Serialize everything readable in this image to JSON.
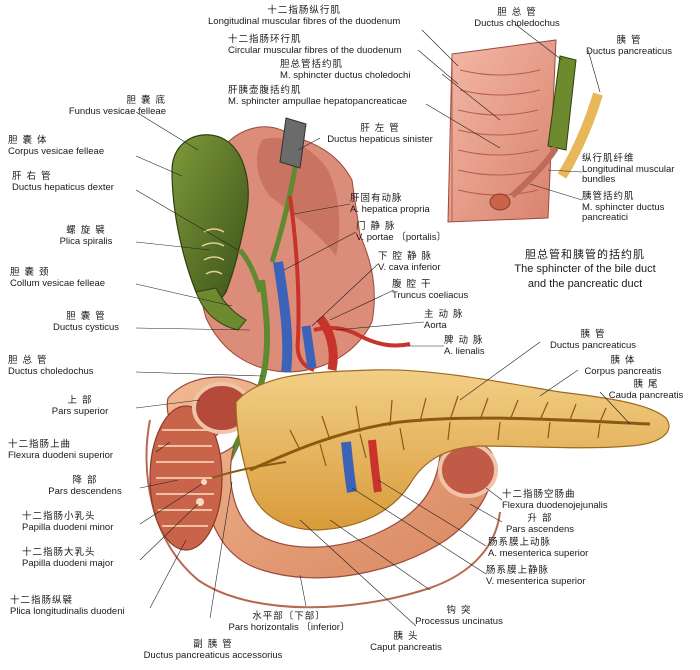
{
  "labels": {
    "longitudinal": {
      "zh": "十二指肠纵行肌",
      "la": "Longitudinal muscular fibres of the duodenum"
    },
    "circular": {
      "zh": "十二指肠环行肌",
      "la": "Circular muscular fibres of the duodenum"
    },
    "sphincter_choledochi": {
      "zh": "胆总管括约肌",
      "la": "M. sphincter ductus choledochi"
    },
    "sphincter_ampullae": {
      "zh": "肝胰壶腹括约肌",
      "la": "M. sphincter ampullae hepatopancreaticae"
    },
    "fundus": {
      "zh": "胆 囊 底",
      "la": "Fundus vesicae felleae"
    },
    "corpus_vesicae": {
      "zh": "胆 囊 体",
      "la": "Corpus vesicae felleae"
    },
    "hepaticus_dexter": {
      "zh": "肝 右 管",
      "la": "Ductus hepaticus dexter"
    },
    "plica_spiralis": {
      "zh": "螺 旋 襞",
      "la": "Plica spiralis"
    },
    "collum": {
      "zh": "胆 囊 颈",
      "la": "Collum vesicae felleae"
    },
    "cysticus": {
      "zh": "胆 囊 管",
      "la": "Ductus cysticus"
    },
    "choledochus": {
      "zh": "胆 总 管",
      "la": "Ductus choledochus"
    },
    "pars_superior": {
      "zh": "上  部",
      "la": "Pars superior"
    },
    "flexura_superior": {
      "zh": "十二指肠上曲",
      "la": "Flexura duodeni superior"
    },
    "pars_descendens": {
      "zh": "降  部",
      "la": "Pars descendens"
    },
    "papilla_minor": {
      "zh": "十二指肠小乳头",
      "la": "Papilla duodeni minor"
    },
    "papilla_major": {
      "zh": "十二指肠大乳头",
      "la": "Papilla duodeni major"
    },
    "plica_longitudinalis": {
      "zh": "十二指肠纵襞",
      "la": "Plica longitudinalis duodeni"
    },
    "accessorius": {
      "zh": "副 胰 管",
      "la": "Ductus pancreaticus accessorius"
    },
    "pars_horizontalis": {
      "zh": "水平部〔下部〕",
      "la": "Pars horizontalis 〔inferior〕"
    },
    "caput": {
      "zh": "胰  头",
      "la": "Caput pancreatis"
    },
    "uncinatus": {
      "zh": "钩  突",
      "la": "Processus uncinatus"
    },
    "v_mesenterica": {
      "zh": "肠系膜上静脉",
      "la": "V. mesenterica superior"
    },
    "a_mesenterica": {
      "zh": "肠系膜上动脉",
      "la": "A. mesenterica superior"
    },
    "pars_ascendens": {
      "zh": "升  部",
      "la": "Pars ascendens"
    },
    "flexura_dj": {
      "zh": "十二指肠空肠曲",
      "la": "Flexura duodenojejunalis"
    },
    "cauda": {
      "zh": "胰 尾",
      "la": "Cauda pancreatis"
    },
    "corpus_pancreatis": {
      "zh": "胰 体",
      "la": "Corpus pancreatis"
    },
    "ductus_pancreaticus": {
      "zh": "胰  管",
      "la": "Ductus pancreaticus"
    },
    "lienalis": {
      "zh": "脾 动 脉",
      "la": "A. lienalis"
    },
    "aorta": {
      "zh": "主 动 脉",
      "la": "Aorta"
    },
    "truncus": {
      "zh": "腹 腔 干",
      "la": "Truncus coeliacus"
    },
    "cava": {
      "zh": "下 腔 静 脉",
      "la": "V. cava inferior"
    },
    "portae": {
      "zh": "门 静 脉",
      "la": "V. portae 〔portalis〕"
    },
    "hepatica": {
      "zh": "肝固有动脉",
      "la": "A. hepatica propria"
    },
    "hepaticus_sinister": {
      "zh": "肝 左 管",
      "la": "Ductus hepaticus sinister"
    },
    "inset_choledochus": {
      "zh": "胆 总 管",
      "la": "Ductus choledochus"
    },
    "inset_pancreaticus": {
      "zh": "胰  管",
      "la": "Ductus pancreaticus"
    },
    "inset_bundles": {
      "zh": "纵行肌纤维",
      "la1": "Longitudinal muscular",
      "la2": "bundles"
    },
    "inset_sphincter": {
      "zh": "胰管括约肌",
      "la1": "M. sphincter ductus",
      "la2": "pancreatici"
    }
  },
  "caption": {
    "zh": "胆总管和胰管的括约肌",
    "en1": "The sphincter of the bile duct",
    "en2": "and the pancreatic duct"
  },
  "colors": {
    "pancreas": "#e8b75a",
    "duodenum": "#e9a27b",
    "mucosa": "#c9634a",
    "gallbladder": "#4f6b24",
    "artery": "#c8342b",
    "vein": "#3d63b8",
    "duct": "#5f8a2f"
  }
}
